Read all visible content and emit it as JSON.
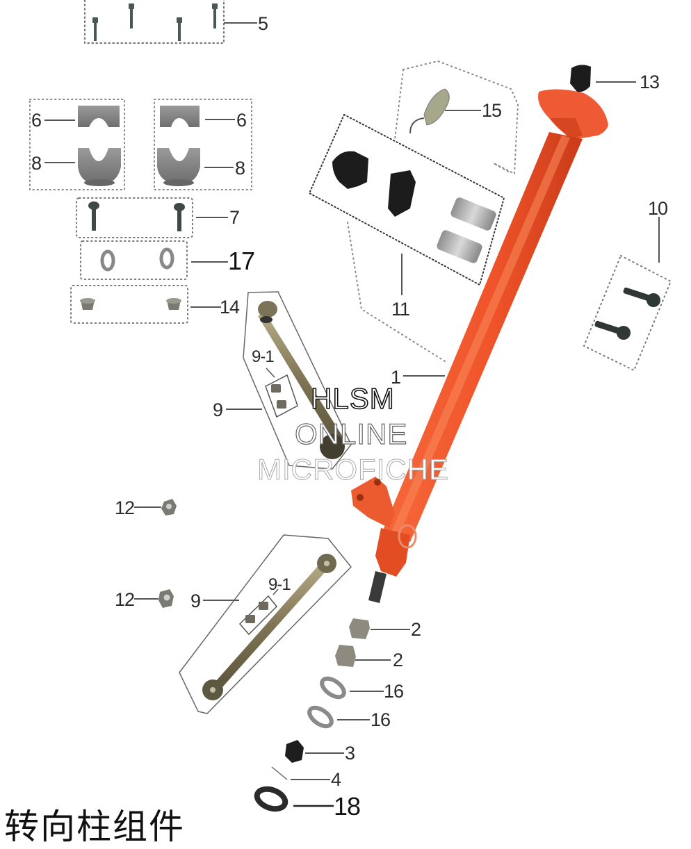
{
  "diagram": {
    "title": "转向柱组件",
    "watermark": {
      "line1": "HLSM",
      "line2": "ONLINE",
      "line3": "MICROFICHE"
    },
    "colors": {
      "steering_column": "#f0542a",
      "steering_column_shade": "#c93b18",
      "leader_line": "#555555",
      "dotted_box": "#777777",
      "metal_gray": "#8c8c8c",
      "rubber_black": "#1e1e1e",
      "tie_rod_bronze": "#8a8060"
    },
    "callouts": [
      {
        "id": "c5",
        "label": "5",
        "part": "cap-screws"
      },
      {
        "id": "c6a",
        "label": "6",
        "part": "handlebar-clamp-upper-left"
      },
      {
        "id": "c6b",
        "label": "6",
        "part": "handlebar-clamp-upper-right"
      },
      {
        "id": "c8a",
        "label": "8",
        "part": "handlebar-clamp-lower-left"
      },
      {
        "id": "c8b",
        "label": "8",
        "part": "handlebar-clamp-lower-right"
      },
      {
        "id": "c7",
        "label": "7",
        "part": "flange-bolts"
      },
      {
        "id": "c17",
        "label": "17",
        "part": "washers"
      },
      {
        "id": "c14",
        "label": "14",
        "part": "flange-nuts"
      },
      {
        "id": "c13",
        "label": "13",
        "part": "rubber-cap"
      },
      {
        "id": "c15",
        "label": "15",
        "part": "lock-plate"
      },
      {
        "id": "c11",
        "label": "11",
        "part": "bushing-kit"
      },
      {
        "id": "c10",
        "label": "10",
        "part": "hex-flange-bolts"
      },
      {
        "id": "c1",
        "label": "1",
        "part": "steering-column"
      },
      {
        "id": "c9a",
        "label": "9",
        "part": "tie-rod-upper"
      },
      {
        "id": "c91a",
        "label": "9-1",
        "part": "castle-nuts-upper"
      },
      {
        "id": "c12a",
        "label": "12",
        "part": "lock-nut-upper"
      },
      {
        "id": "c12b",
        "label": "12",
        "part": "lock-nut-lower"
      },
      {
        "id": "c9b",
        "label": "9",
        "part": "tie-rod-lower"
      },
      {
        "id": "c91b",
        "label": "9-1",
        "part": "castle-nuts-lower"
      },
      {
        "id": "c2a",
        "label": "2",
        "part": "bushing-upper"
      },
      {
        "id": "c2b",
        "label": "2",
        "part": "bushing-lower"
      },
      {
        "id": "c16a",
        "label": "16",
        "part": "thrust-washer-upper"
      },
      {
        "id": "c16b",
        "label": "16",
        "part": "thrust-washer-lower"
      },
      {
        "id": "c3",
        "label": "3",
        "part": "castle-nut"
      },
      {
        "id": "c4",
        "label": "4",
        "part": "cotter-pin"
      },
      {
        "id": "c18",
        "label": "18",
        "part": "washer"
      }
    ]
  }
}
